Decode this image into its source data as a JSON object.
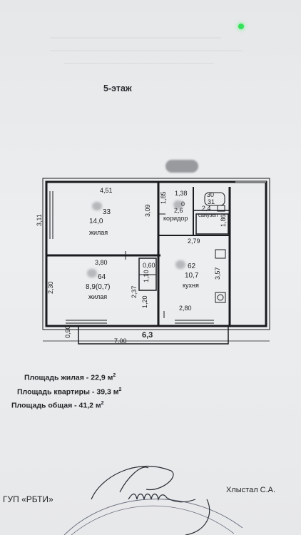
{
  "floor_label": "5-этаж",
  "dims": {
    "top_left_width": "4,51",
    "left_height_upper": "3,11",
    "room1_right": "3,09",
    "corr_left": "1,85",
    "corr_top": "1,38",
    "bath_top": "30",
    "bath_mid": "31",
    "bath_right": "1,86",
    "corr_bottom": "2,79",
    "room2_top": "3,80",
    "closet_top": "0,60",
    "closet_side": "1,10",
    "left_height_lower": "2,30",
    "room2_right": "2,37",
    "closet_bottom": "1,20",
    "kitchen_right": "3,57",
    "kitchen_bottom": "2,80",
    "balcony_depth": "0,90",
    "total_width": "7,00",
    "balcony_len": "6,3"
  },
  "rooms": {
    "room1": {
      "area": "14,0",
      "name": "жилая",
      "partial": "33"
    },
    "corridor": {
      "area": "2,6",
      "name": "коридор",
      "partial": "0"
    },
    "bath": {
      "area": "2,4",
      "name": "санузел"
    },
    "room2": {
      "area": "8,9(0,7)",
      "name": "жилая",
      "partial": "64"
    },
    "kitchen": {
      "area": "10,7",
      "name": "кухня",
      "partial": "62"
    }
  },
  "summary": {
    "living": "Площадь жилая  - 22,9 м",
    "apartment": "Площадь квартиры  - 39,3 м",
    "total": "Площадь общая  - 41,2 м",
    "unit_power": "2"
  },
  "footer": {
    "org": "ГУП «РБТИ»",
    "person": "Хлыстал С.А."
  },
  "colors": {
    "line": "#1a1b1e",
    "paper": "#e9eaec",
    "indicator": "#35e05a"
  }
}
